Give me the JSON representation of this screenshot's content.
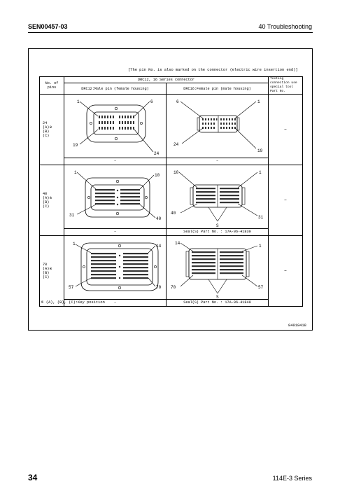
{
  "header": {
    "doc_code": "SEN00457-03",
    "section": "40 Troubleshooting"
  },
  "figure": {
    "note": "[The pin No. is also marked on the connector (electric wire insertion end)]",
    "table": {
      "col_pins": "No. of pins",
      "series": "DRC12, 16 Series connector",
      "col_male": "DRC12:Male pin (female housing)",
      "col_female": "DRC16:Female pin (male housing)",
      "col_tool": "Testing connection use special tool Part No.",
      "rows": [
        {
          "pins": [
            "24",
            "(A)※",
            "(B)",
            "(C)"
          ],
          "male_labels": [
            "1",
            "6",
            "19",
            "24"
          ],
          "female_labels": [
            "6",
            "1",
            "24",
            "19"
          ],
          "male_caption": "–",
          "female_caption": "–",
          "tool": "–"
        },
        {
          "pins": [
            "40",
            "(A)※",
            "(B)",
            "(C)"
          ],
          "male_labels": [
            "1",
            "10",
            "31",
            "40"
          ],
          "female_labels": [
            "10",
            "1",
            "40",
            "31",
            "S"
          ],
          "male_caption": "–",
          "female_caption": "Seal(S) Part No. : 17A-06-41830",
          "tool": "–"
        },
        {
          "pins": [
            "70",
            "(A)※",
            "(B)",
            "(C)"
          ],
          "male_labels": [
            "1",
            "14",
            "57",
            "70"
          ],
          "female_labels": [
            "14",
            "1",
            "70",
            "57",
            "S"
          ],
          "male_caption": "–",
          "female_caption": "Seal(S) Part No. : 17A-06-41840",
          "tool": "–"
        }
      ]
    },
    "footnote": "※ (A), (B), (C):Key position",
    "figure_no": "84018418"
  },
  "footer": {
    "page": "34",
    "series": "114E-3 Series"
  }
}
